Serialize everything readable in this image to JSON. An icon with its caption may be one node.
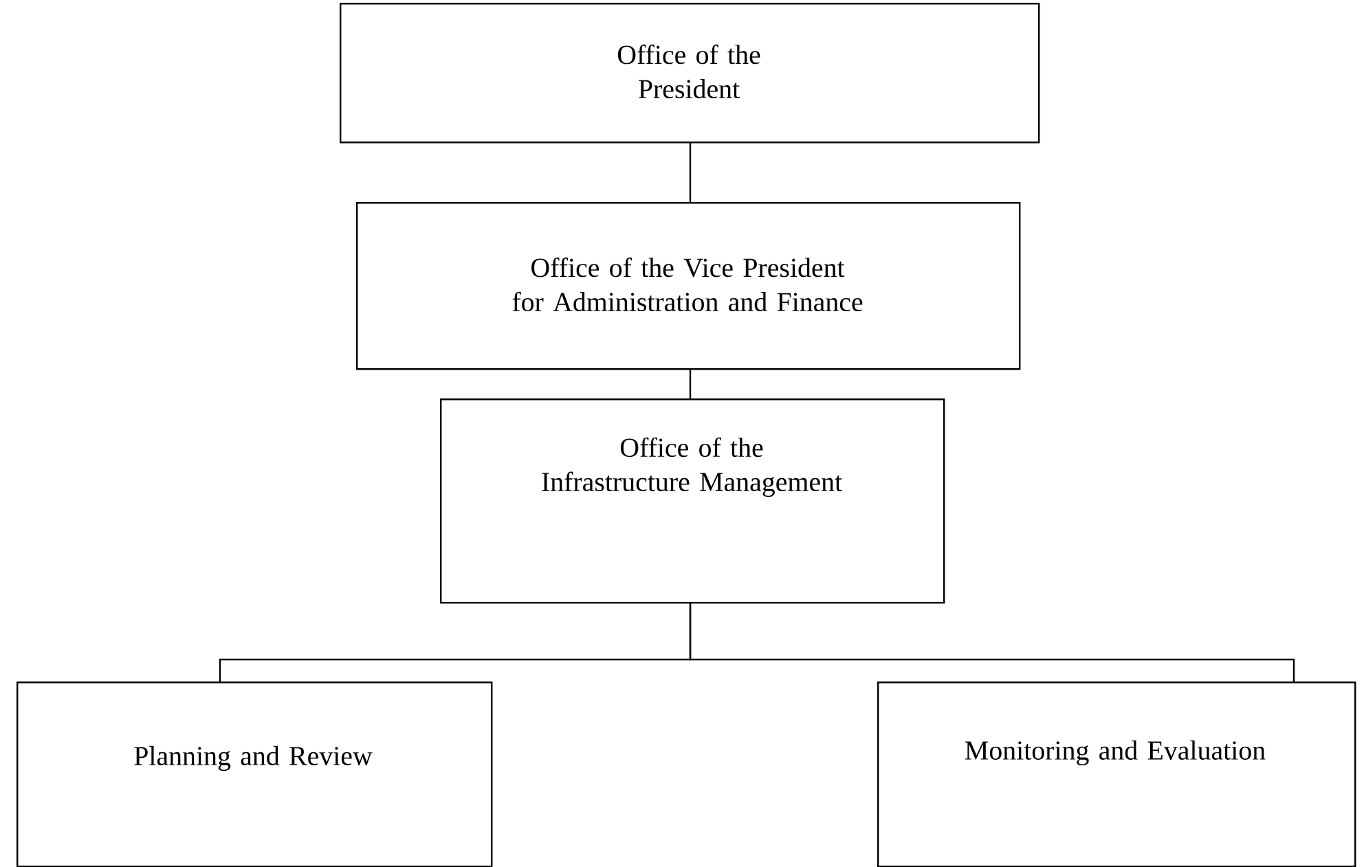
{
  "diagram": {
    "nodes": [
      {
        "text": [
          "Office of the President"
        ]
      },
      {
        "text": [
          "Office of the Vice President for Administration and Finance"
        ]
      },
      {
        "text": [
          "Office of the Infrastructure Management"
        ]
      },
      {
        "text": [
          "Planning and Review"
        ]
      },
      {
        "text": [
          "Monitoring and Evaluation"
        ]
      }
    ],
    "edges": [
      {
        "from": 0,
        "to": 1,
        "arrow": "none"
      },
      {
        "from": 1,
        "to": 2,
        "arrow": "none"
      },
      {
        "from": 2,
        "to": 3,
        "arrow": "none"
      },
      {
        "from": 2,
        "to": 4,
        "arrow": "none"
      }
    ]
  }
}
